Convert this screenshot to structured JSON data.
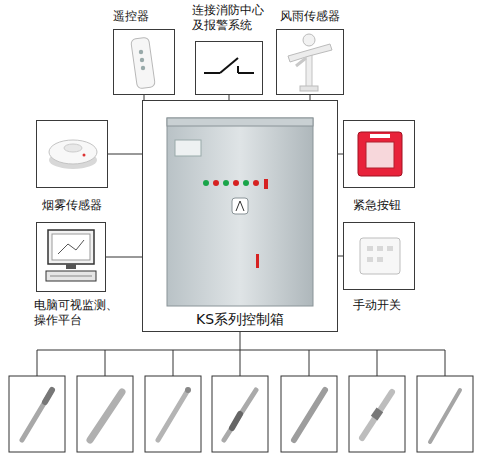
{
  "diagram": {
    "nodes": [
      {
        "text": [
          "遥控器"
        ]
      },
      {
        "text": [
          "连接消防中心及报警系统"
        ]
      },
      {
        "text": [
          "风雨传感器"
        ]
      },
      {
        "text": [
          "烟雾传感器"
        ]
      },
      {
        "text": [
          "KS系列控制箱"
        ]
      },
      {
        "text": [
          "紧急按钮"
        ]
      },
      {
        "text": [
          "电脑可视监测、操作平台"
        ]
      },
      {
        "text": [
          "手动开关"
        ]
      }
    ],
    "edges": [
      {
        "from": 0,
        "to": 4,
        "arrow": "none"
      },
      {
        "from": 1,
        "to": 4,
        "arrow": "none"
      },
      {
        "from": 2,
        "to": 4,
        "arrow": "none"
      },
      {
        "from": 3,
        "to": 4,
        "arrow": "none"
      },
      {
        "from": 5,
        "to": 4,
        "arrow": "none"
      },
      {
        "from": 6,
        "to": 4,
        "arrow": "none"
      },
      {
        "from": 7,
        "to": 4,
        "arrow": "none"
      }
    ]
  }
}
